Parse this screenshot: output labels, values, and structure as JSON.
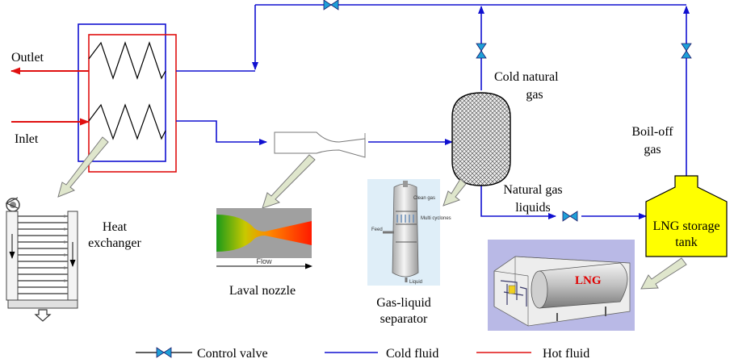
{
  "colors": {
    "cold": "#1010d0",
    "hot": "#e01010",
    "valve": "#1ea0d8",
    "tank": "#ffff00",
    "pointer": "#d8e0c8"
  },
  "labels": {
    "outlet": "Outlet",
    "inlet": "Inlet",
    "heat_exchanger": [
      "Heat",
      "exchanger"
    ],
    "laval_nozzle": "Laval nozzle",
    "flow": "Flow",
    "separator": [
      "Gas-liquid",
      "separator"
    ],
    "cold_natural_gas": [
      "Cold natural",
      "gas"
    ],
    "natural_gas_liquids": [
      "Natural gas",
      "liquids"
    ],
    "boil_off_gas": [
      "Boil-off",
      "gas"
    ],
    "tank": [
      "LNG storage",
      "tank"
    ],
    "lng_badge": "LNG"
  },
  "legend": {
    "control_valve": "Control valve",
    "cold_fluid": "Cold fluid",
    "hot_fluid": "Hot fluid"
  },
  "photo_labels": {
    "clean_gas": "Clean gas",
    "multi_cyclones": "Multi cyclones",
    "feed": "Feed",
    "liquid": "Liquid"
  }
}
